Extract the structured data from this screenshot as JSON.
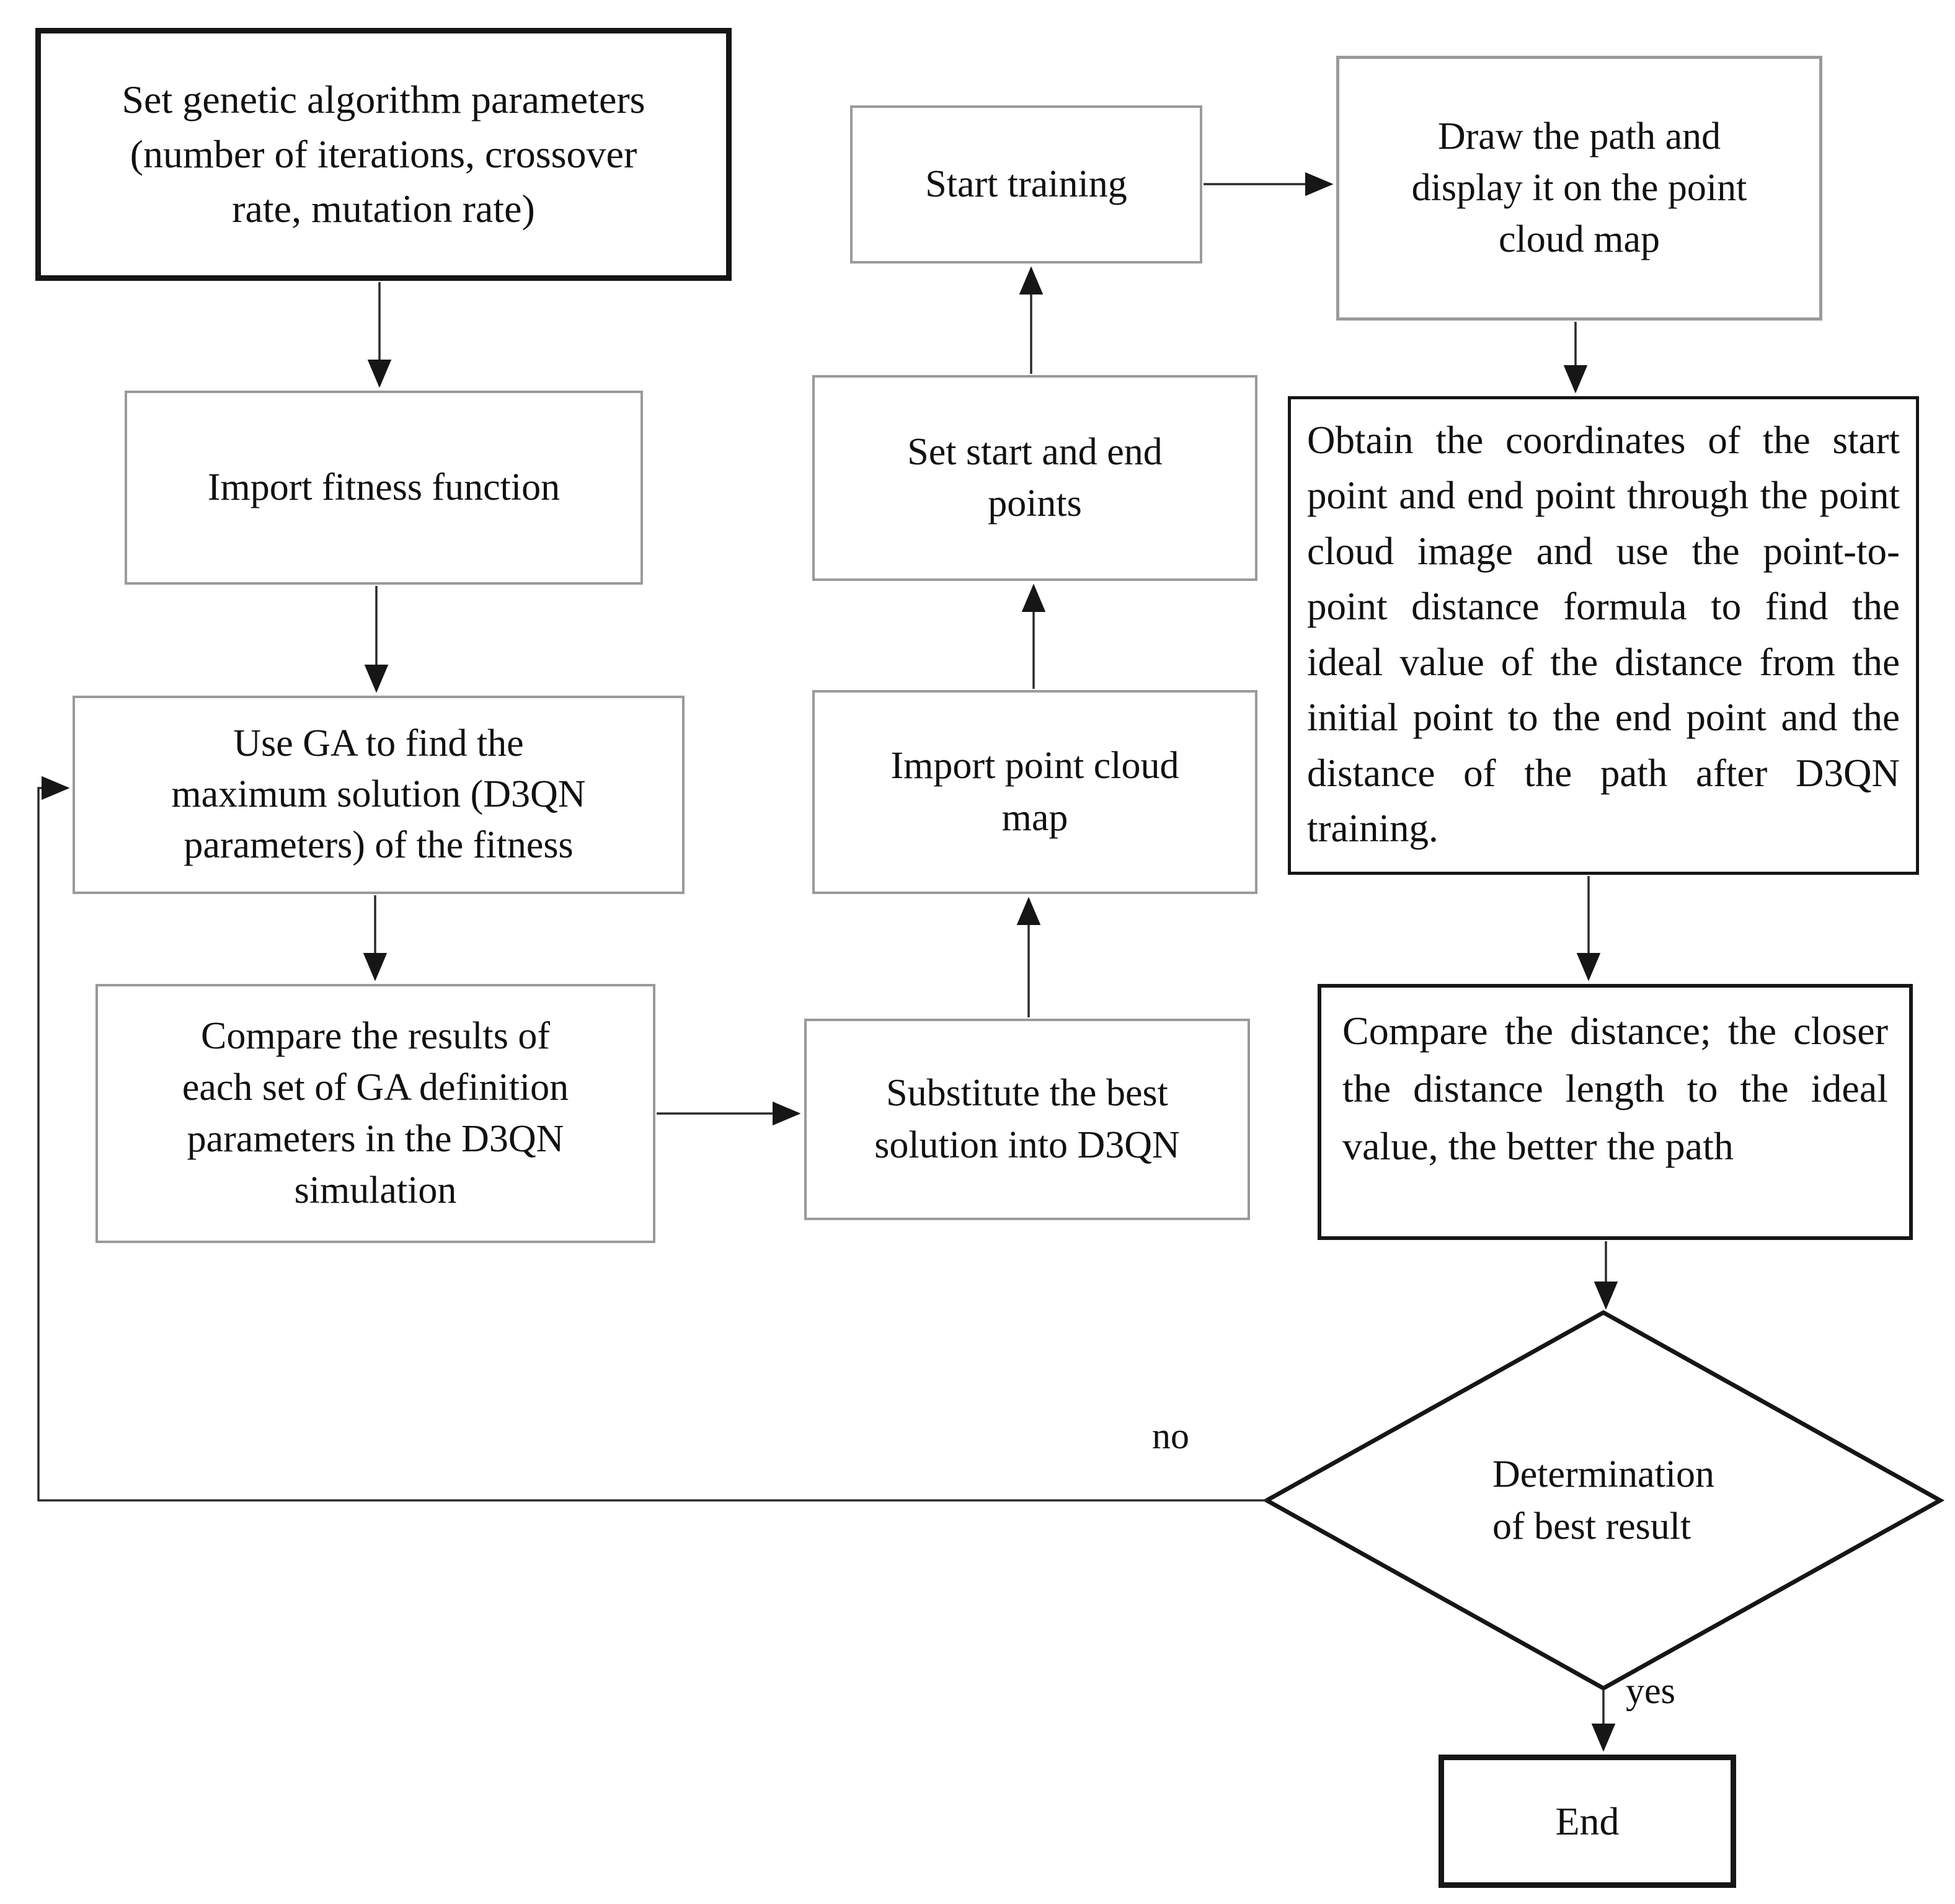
{
  "colors": {
    "background": "#ffffff",
    "border_black": "#161616",
    "border_gray": "#9a9a9a",
    "line": "#2b2b2b"
  },
  "labels": {
    "no": "no",
    "yes": "yes"
  },
  "nodes": {
    "set_ga_params": {
      "text": "Set genetic algorithm parameters\n(number of iterations, crossover\nrate, mutation rate)"
    },
    "import_fitness": {
      "text": "Import fitness function"
    },
    "use_ga_find_max": {
      "text": "Use GA to find the\nmaximum solution (D3QN\nparameters) of the fitness"
    },
    "compare_ga_results": {
      "text": "Compare the results of\neach set of GA definition\nparameters in the D3QN\nsimulation"
    },
    "substitute_best": {
      "text": "Substitute the best\nsolution into D3QN"
    },
    "import_point_cloud": {
      "text": "Import point cloud\nmap"
    },
    "set_start_end": {
      "text": "Set start and end\npoints"
    },
    "start_training": {
      "text": "Start training"
    },
    "draw_path": {
      "text": "Draw the path and\ndisplay it on the point\ncloud map"
    },
    "obtain_coordinates": {
      "text": "Obtain the coordinates of the start point and end point through the point cloud image and use the point-to-point distance formula to find the ideal value of the distance from the initial point to the end point and the distance of the path after D3QN training."
    },
    "compare_distance": {
      "text": "Compare the distance; the closer the distance length to the ideal value, the better the path"
    },
    "decision": {
      "text": "Determination\nof best result"
    },
    "end": {
      "text": "End"
    }
  }
}
